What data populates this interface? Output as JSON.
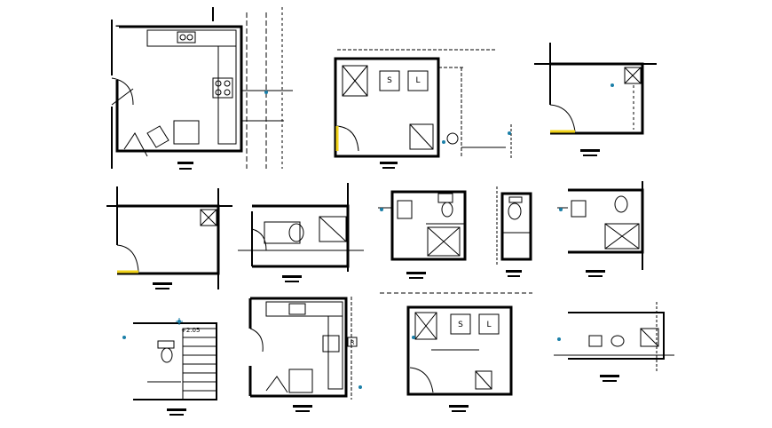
{
  "drawing": {
    "elevation_label": "+2.05",
    "fixture_letters": [
      "S",
      "L",
      "S",
      "L",
      "R"
    ],
    "colors": {
      "background": "#ffffff",
      "linework": "#000000",
      "door_swing": "#f2d31a",
      "point_marker": "#1a7fa8"
    }
  }
}
